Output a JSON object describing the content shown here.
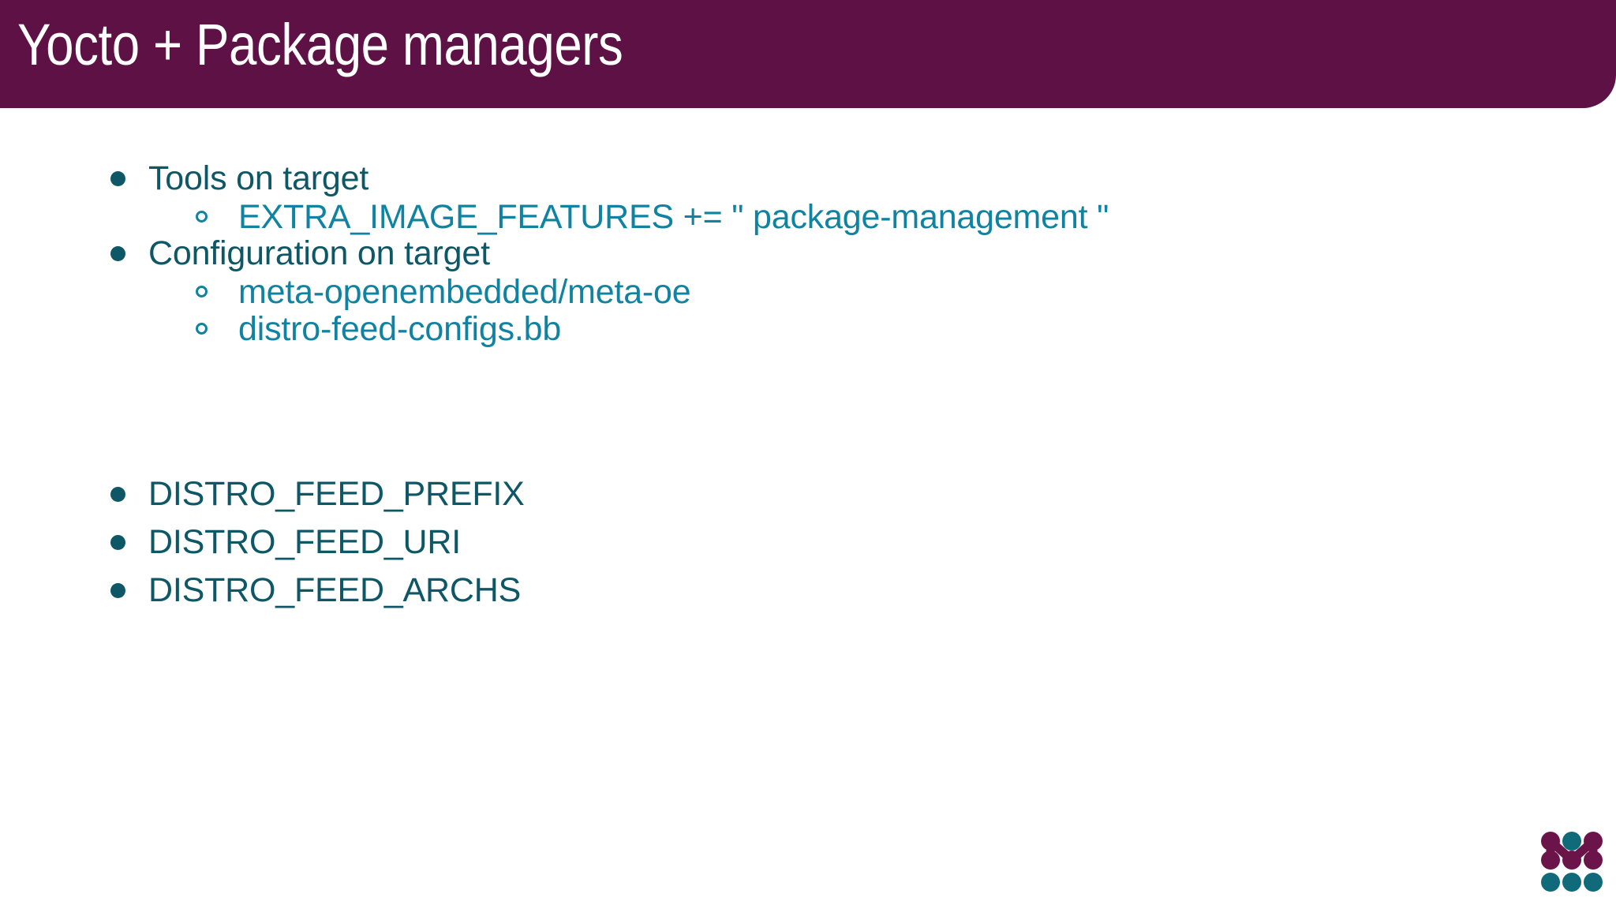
{
  "slide": {
    "title": "Yocto + Package managers",
    "background_color": "#FFFFFF",
    "band_color": "#5E1145",
    "title_color": "#FFFFFF",
    "level1_color": "#0E5767",
    "level2_color": "#1183A2"
  },
  "content": {
    "bullets": [
      {
        "level": 1,
        "text": "Tools on target"
      },
      {
        "level": 2,
        "text": "EXTRA_IMAGE_FEATURES += \" package-management \""
      },
      {
        "level": 1,
        "text": "Configuration on target"
      },
      {
        "level": 2,
        "text": "meta-openembedded/meta-oe"
      },
      {
        "level": 2,
        "text": "distro-feed-configs.bb"
      },
      {
        "level": 1,
        "text": "DISTRO_FEED_PREFIX"
      },
      {
        "level": 1,
        "text": "DISTRO_FEED_URI"
      },
      {
        "level": 1,
        "text": "DISTRO_FEED_ARCHS"
      }
    ]
  },
  "logo": {
    "name": "mender-logo",
    "primary_color": "#6B1449",
    "secondary_color": "#106A7A"
  }
}
